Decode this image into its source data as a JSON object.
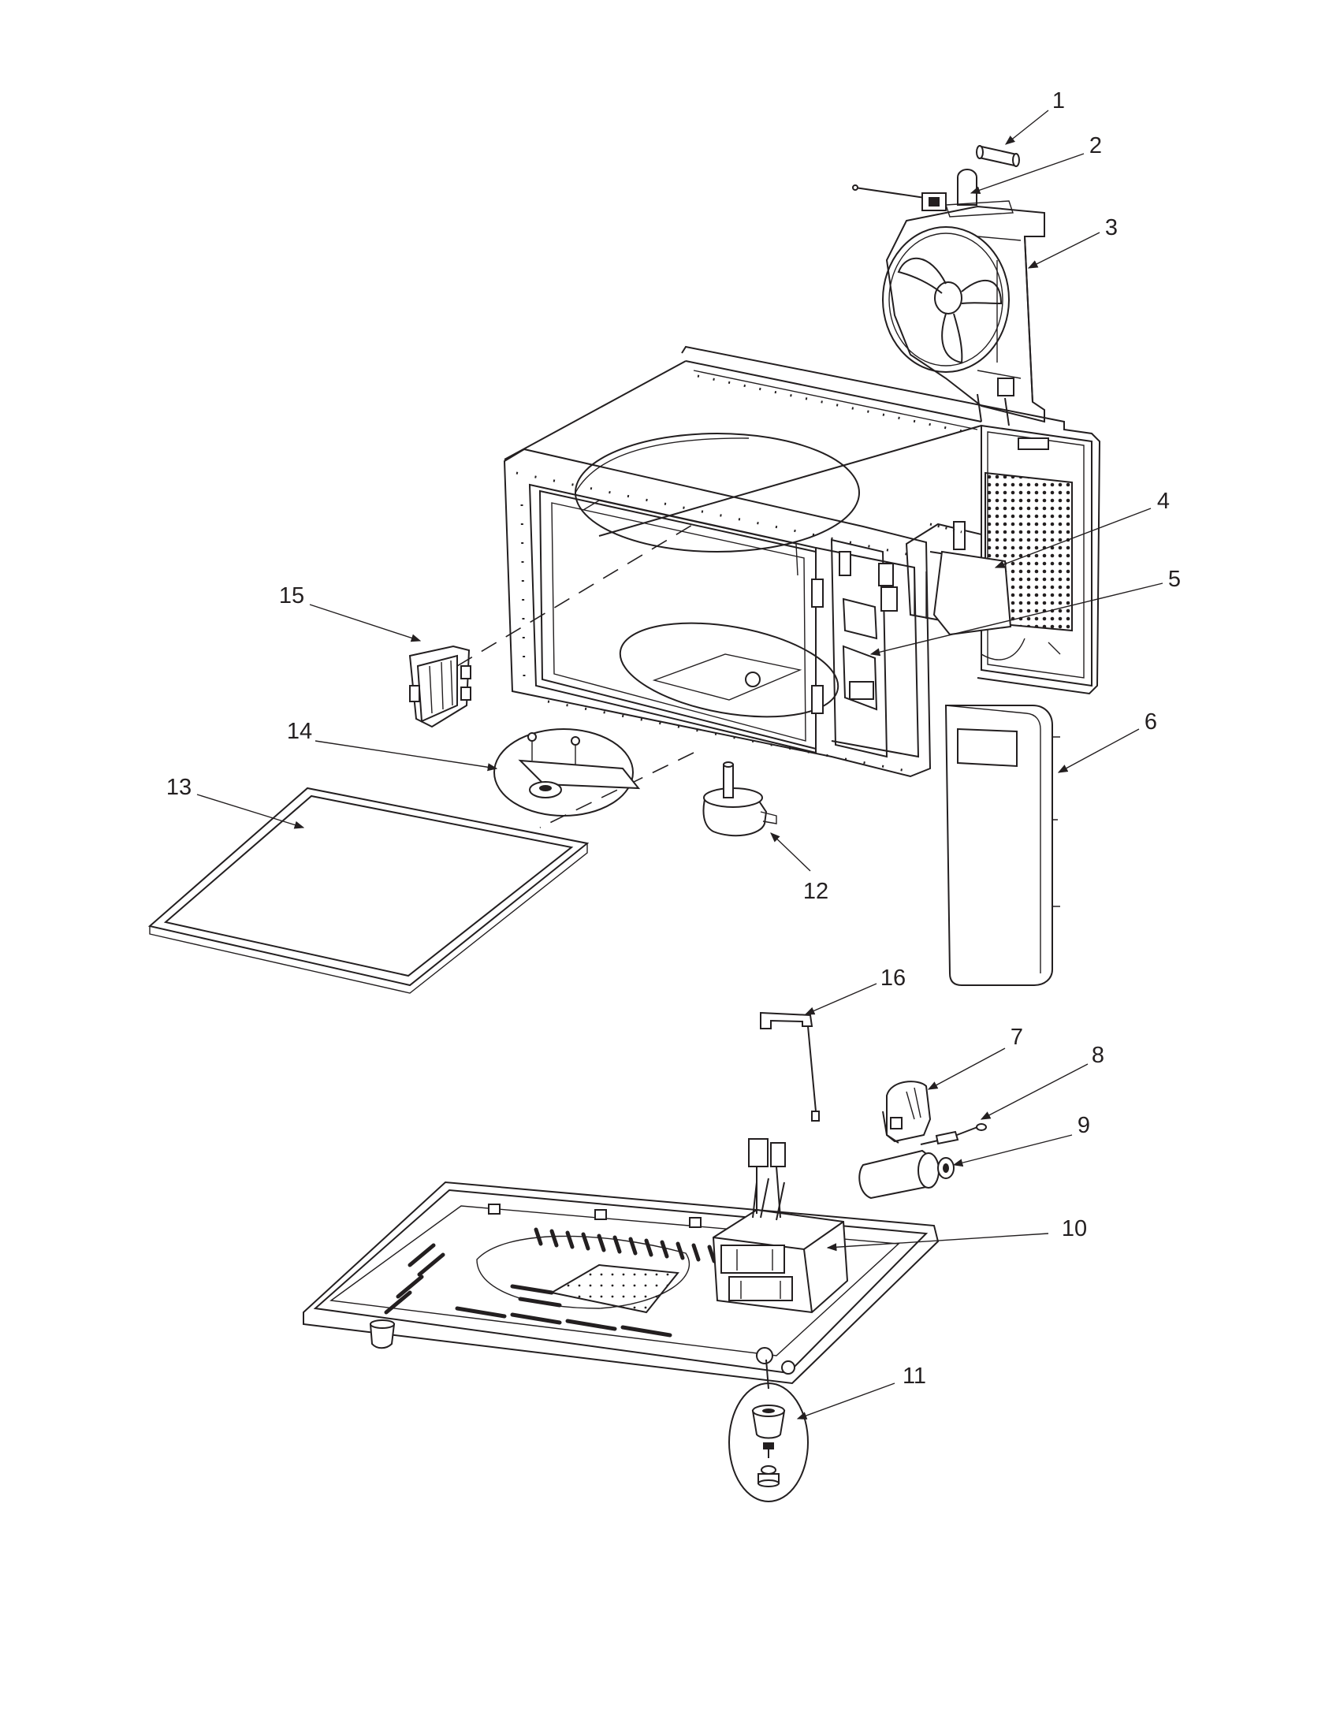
{
  "diagram": {
    "callouts": [
      {
        "id": "1",
        "label": "1"
      },
      {
        "id": "2",
        "label": "2"
      },
      {
        "id": "3",
        "label": "3"
      },
      {
        "id": "4",
        "label": "4"
      },
      {
        "id": "5",
        "label": "5"
      },
      {
        "id": "6",
        "label": "6"
      },
      {
        "id": "7",
        "label": "7"
      },
      {
        "id": "8",
        "label": "8"
      },
      {
        "id": "9",
        "label": "9"
      },
      {
        "id": "10",
        "label": "10"
      },
      {
        "id": "11",
        "label": "11"
      },
      {
        "id": "12",
        "label": "12"
      },
      {
        "id": "13",
        "label": "13"
      },
      {
        "id": "14",
        "label": "14"
      },
      {
        "id": "15",
        "label": "15"
      },
      {
        "id": "16",
        "label": "16"
      }
    ],
    "colors": {
      "line": "#231f20",
      "background": "#ffffff"
    }
  }
}
